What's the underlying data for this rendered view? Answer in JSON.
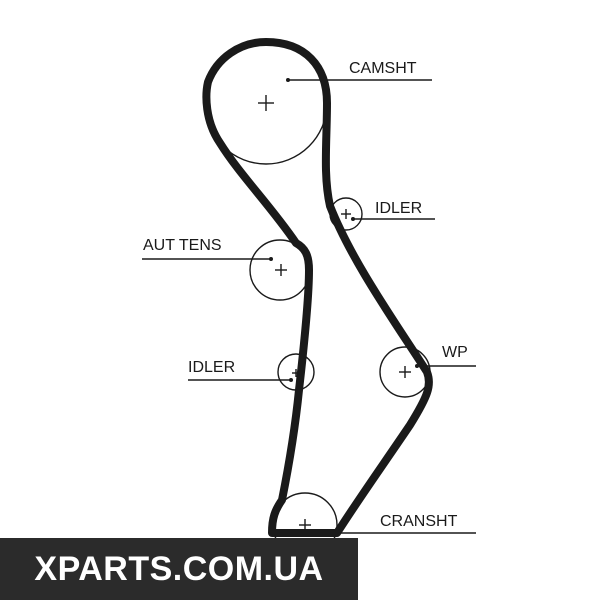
{
  "labels": {
    "camshaft": "CAMSHT",
    "idler_top": "IDLER",
    "auto_tensioner": "AUT TENS",
    "water_pump": "WP",
    "idler_bottom": "IDLER",
    "crankshaft": "CRANSHT"
  },
  "watermark": "XPARTS.COM.UA",
  "colors": {
    "belt": "#1a1a1a",
    "line": "#1a1a1a",
    "watermark_bg": "#2b2b2b",
    "watermark_text": "#ffffff"
  }
}
